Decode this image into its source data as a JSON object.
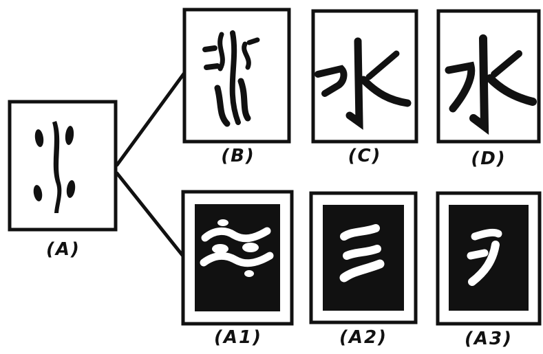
{
  "labels": {
    "a": "(A)",
    "b": "(B)",
    "c": "(C)",
    "d": "(D)",
    "a1": "(A1)",
    "a2": "(A2)",
    "a3": "(A3)"
  },
  "colors": {
    "ink": "#111111",
    "paper": "#ffffff"
  },
  "icons": {
    "a": "four-dots-vertical-line-glyph",
    "b": "ancient-water-character-glyph",
    "c": "water-character-glyph",
    "d": "water-character-glyph",
    "a1": "wavy-lines-with-dots-glyph",
    "a2": "three-strokes-glyph",
    "a3": "water-radical-glyph"
  }
}
